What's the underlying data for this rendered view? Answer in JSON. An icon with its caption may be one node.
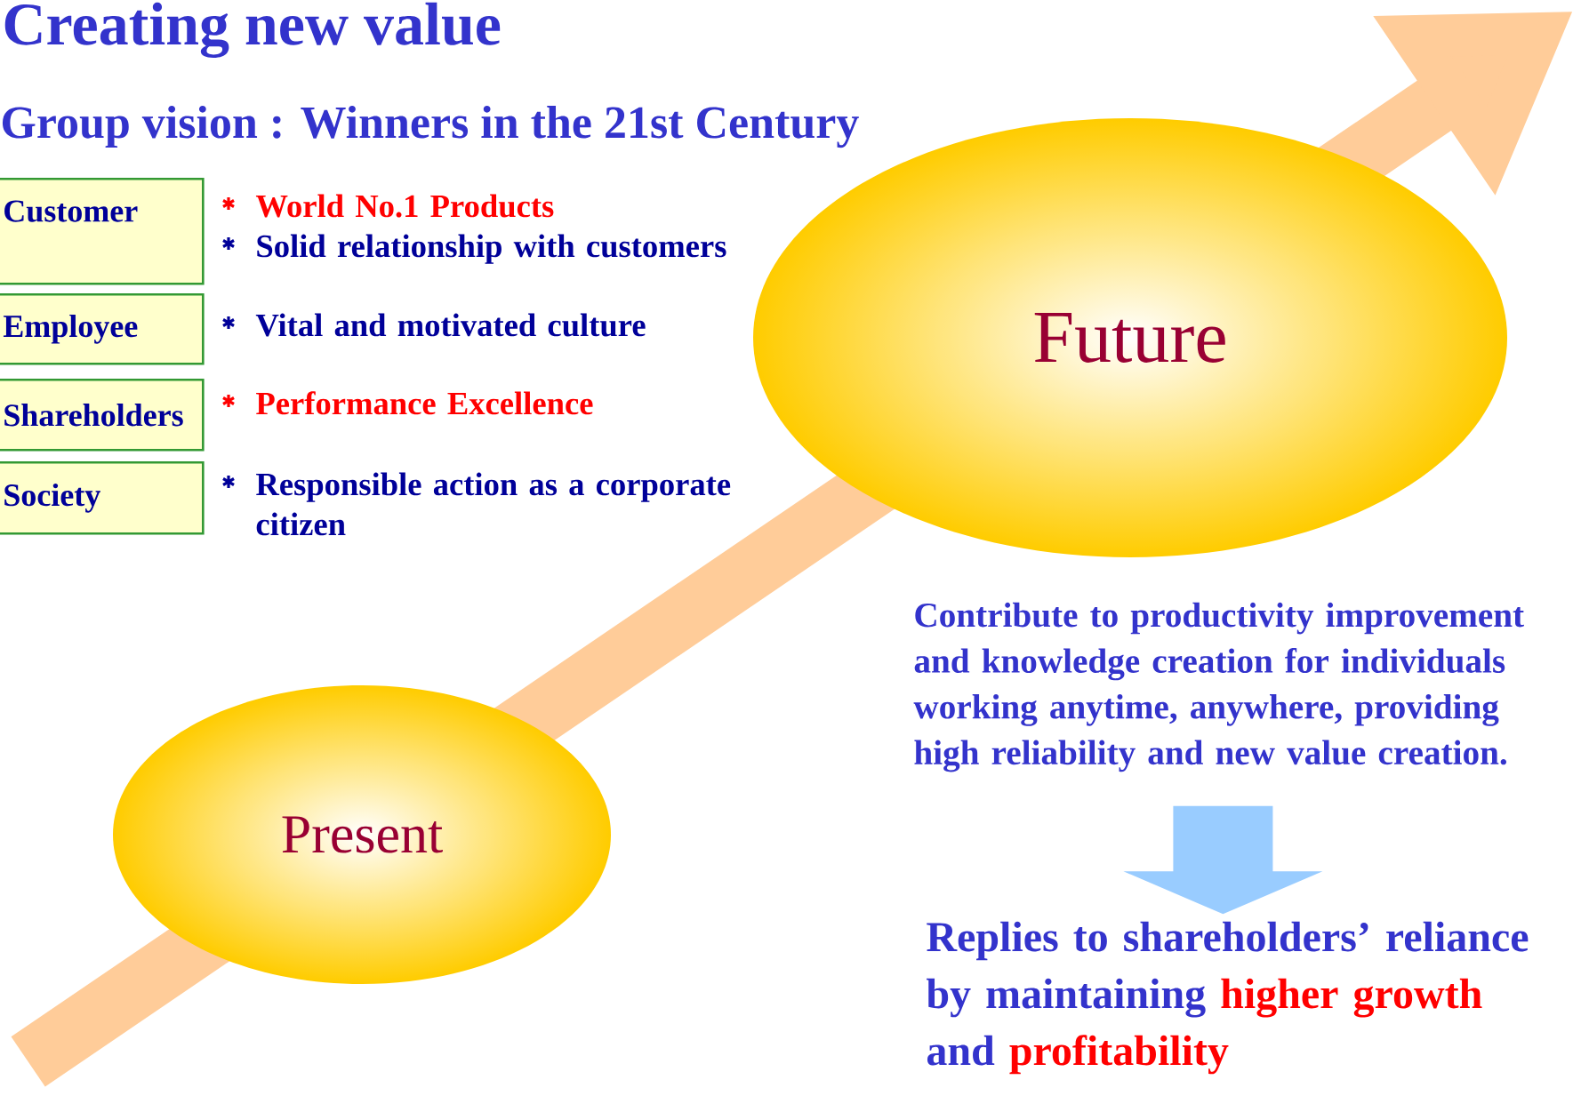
{
  "diagram": {
    "title": "Creating new value",
    "nodes": [
      {
        "text": [
          "Customer"
        ]
      },
      {
        "text": [
          "Employee"
        ]
      },
      {
        "text": [
          "Shareholders"
        ]
      },
      {
        "text": [
          "Society"
        ]
      },
      {
        "text": [
          "Future"
        ]
      },
      {
        "text": [
          "Present"
        ]
      },
      {
        "text": [
          "Contribute to productivity improvement and knowledge creation for individuals working anytime, anywhere,  providing high reliability and new value creation."
        ]
      },
      {
        "text": [
          "Replies to shareholders’ reliance by maintaining",
          "higher growth",
          "and",
          "profitability"
        ]
      }
    ],
    "edges": [
      {
        "from": 5,
        "to": null,
        "arrow": "to",
        "color": "#ffcc99"
      },
      {
        "from": 6,
        "to": 7,
        "arrow": "to",
        "color": "#99ccff"
      }
    ],
    "labels": [
      "Group vision : Winners in the 21st Century",
      "World No.1 Products",
      "Solid relationship with customers",
      "Vital and motivated culture",
      "Performance Excellence",
      "Responsible action as a corporate citizen"
    ]
  }
}
